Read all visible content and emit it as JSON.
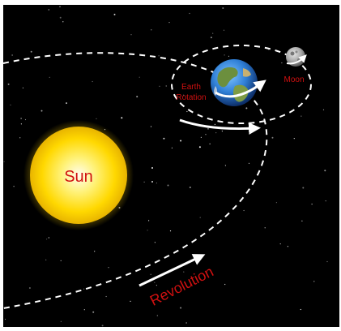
{
  "labels": {
    "sun": "Sun",
    "earth_rotation_line1": "Earth",
    "earth_rotation_line2": "Rotation",
    "moon": "Moon",
    "revolution": "Revolution"
  },
  "colors": {
    "space": "#000000",
    "label_red": "#d01010",
    "sun_core": "#fffbe0",
    "sun_mid": "#ffe84a",
    "sun_edge": "#f2c200",
    "orbit_line": "#ffffff",
    "earth_ocean": "#2f7fd6",
    "earth_land": "#6c8f3e",
    "moon_gray": "#9a9a9a"
  },
  "icons": [
    "sun-icon",
    "earth-icon",
    "moon-icon"
  ]
}
